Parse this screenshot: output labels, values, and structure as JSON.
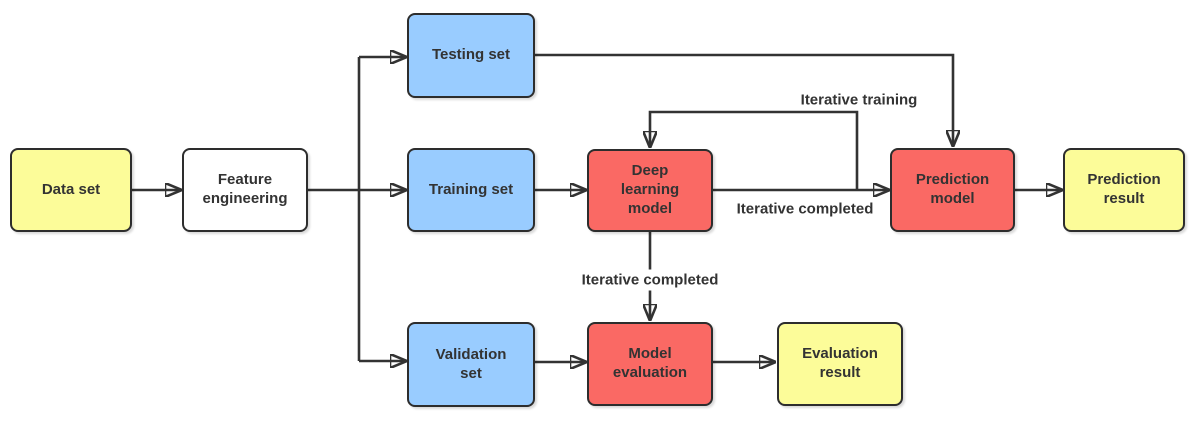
{
  "diagram": {
    "nodes": [
      {
        "id": "data-set",
        "label": "Data set",
        "fill": "#FCFC99"
      },
      {
        "id": "feature-engineering",
        "label": "Feature\nengineering",
        "fill": "#FFFFFF"
      },
      {
        "id": "testing-set",
        "label": "Testing set",
        "fill": "#99CCFF"
      },
      {
        "id": "training-set",
        "label": "Training set",
        "fill": "#99CCFF"
      },
      {
        "id": "validation-set",
        "label": "Validation\nset",
        "fill": "#99CCFF"
      },
      {
        "id": "deep-learning-model",
        "label": "Deep\nlearning\nmodel",
        "fill": "#FA6964"
      },
      {
        "id": "prediction-model",
        "label": "Prediction\nmodel",
        "fill": "#FA6964"
      },
      {
        "id": "prediction-result",
        "label": "Prediction\nresult",
        "fill": "#FCFC99"
      },
      {
        "id": "model-evaluation",
        "label": "Model\nevaluation",
        "fill": "#FA6964"
      },
      {
        "id": "evaluation-result",
        "label": "Evaluation\nresult",
        "fill": "#FCFC99"
      }
    ],
    "edge_labels": [
      {
        "id": "iterative-training",
        "text": "Iterative training"
      },
      {
        "id": "iterative-completed-main",
        "text": "Iterative completed"
      },
      {
        "id": "iterative-completed-eval",
        "text": "Iterative completed"
      }
    ],
    "edges": [
      {
        "from": "data-set",
        "to": "feature-engineering"
      },
      {
        "from": "feature-engineering",
        "to": "testing-set"
      },
      {
        "from": "feature-engineering",
        "to": "training-set"
      },
      {
        "from": "feature-engineering",
        "to": "validation-set"
      },
      {
        "from": "training-set",
        "to": "deep-learning-model"
      },
      {
        "from": "deep-learning-model",
        "to": "prediction-model",
        "label": "Iterative completed"
      },
      {
        "from": "deep-learning-model",
        "to": "deep-learning-model",
        "label": "Iterative training"
      },
      {
        "from": "testing-set",
        "to": "prediction-model"
      },
      {
        "from": "prediction-model",
        "to": "prediction-result"
      },
      {
        "from": "deep-learning-model",
        "to": "model-evaluation",
        "label": "Iterative completed"
      },
      {
        "from": "validation-set",
        "to": "model-evaluation"
      },
      {
        "from": "model-evaluation",
        "to": "evaluation-result"
      }
    ],
    "colors": {
      "yellow": "#FCFC99",
      "blue": "#99CCFF",
      "red": "#FA6964",
      "white": "#FFFFFF",
      "stroke": "#333333",
      "text": "#333333"
    }
  }
}
